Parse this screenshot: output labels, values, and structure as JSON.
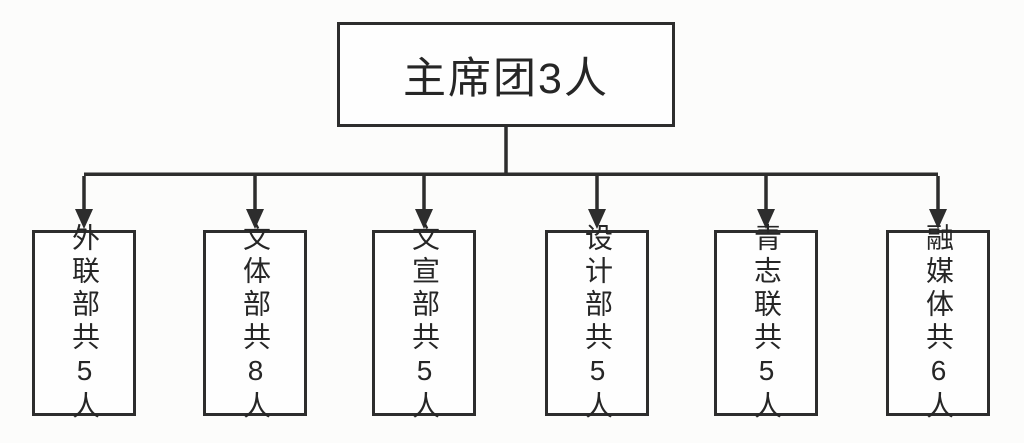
{
  "diagram": {
    "type": "org-chart",
    "root": {
      "label": "主席团3人",
      "members": 3
    },
    "departments": [
      {
        "label": "外联部共5人",
        "name": "外联部",
        "members": 5
      },
      {
        "label": "文体部共8人",
        "name": "文体部",
        "members": 8
      },
      {
        "label": "文宣部共5人",
        "name": "文宣部",
        "members": 5
      },
      {
        "label": "设计部共5人",
        "name": "设计部",
        "members": 5
      },
      {
        "label": "青志联共5人",
        "name": "青志联",
        "members": 5
      },
      {
        "label": "融媒体共6人",
        "name": "融媒体",
        "members": 6
      }
    ]
  },
  "colors": {
    "line": "#2d2d2d",
    "background": "#fcfcfb",
    "box_fill": "#fefefe",
    "text": "#262626"
  }
}
